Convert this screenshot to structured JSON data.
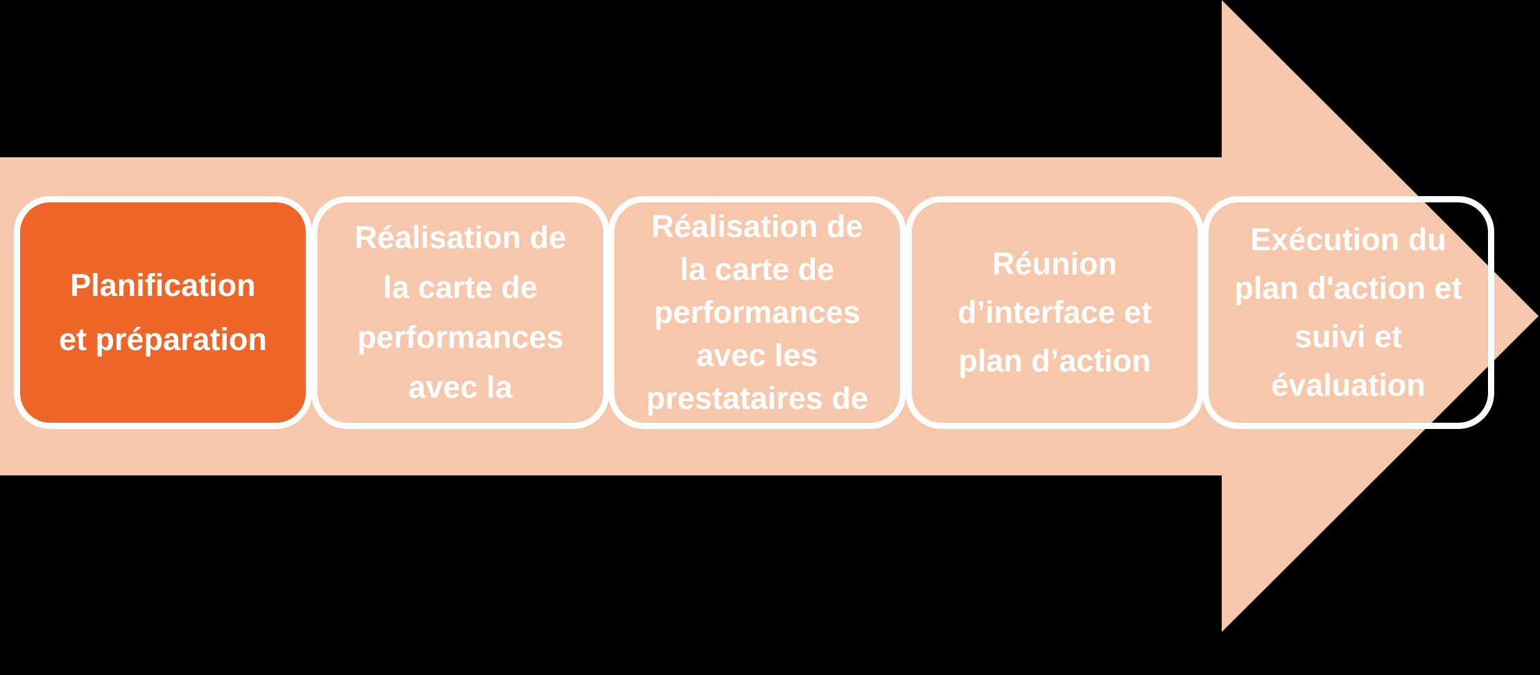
{
  "colors": {
    "background": "#000000",
    "arrow_fill": "#F6C7AB",
    "highlight_fill": "#EE6528",
    "step_border": "#FFFFFF",
    "step_text": "#FFFFFF"
  },
  "steps": [
    {
      "label": "Planification\net préparation",
      "highlighted": true
    },
    {
      "label": "Réalisation de\nla carte de\nperformances\navec la",
      "highlighted": false
    },
    {
      "label": "Réalisation de\nla carte de\nperformances\navec les\nprestataires de",
      "highlighted": false
    },
    {
      "label": "Réunion\nd’interface et\nplan d’action",
      "highlighted": false
    },
    {
      "label": "Exécution du\nplan d'action et\nsuivi et\névaluation",
      "highlighted": false
    }
  ]
}
